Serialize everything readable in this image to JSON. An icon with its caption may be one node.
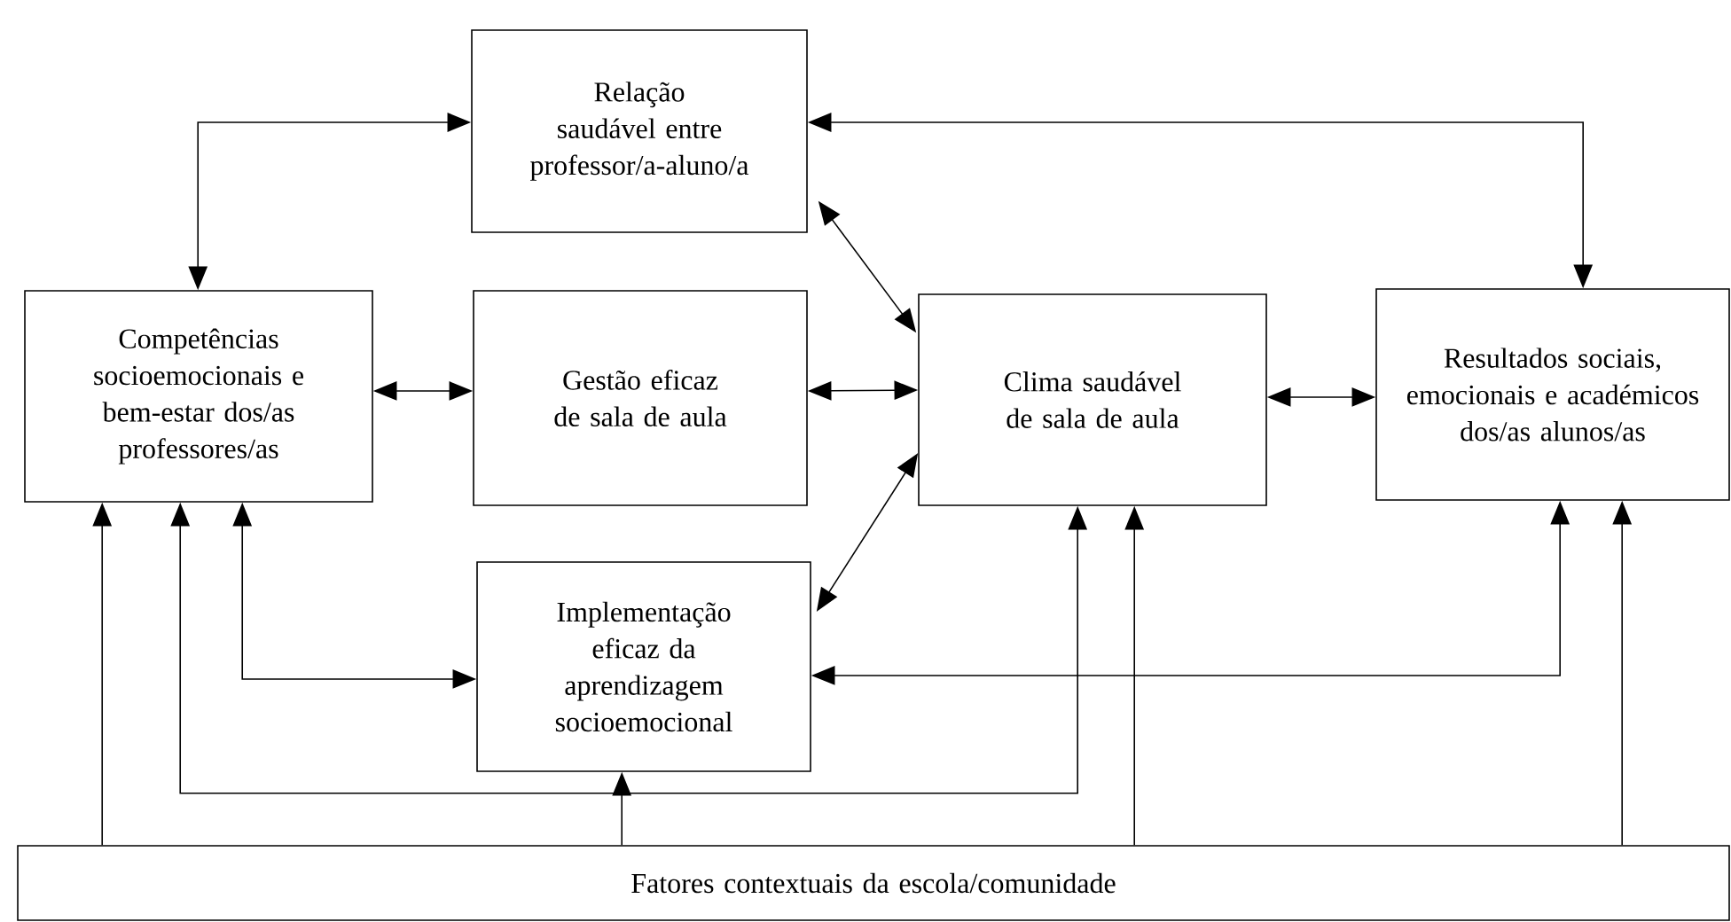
{
  "diagram": {
    "nodes": [
      {
        "text": [
          "Relação saudável entre professor/a-aluno/a"
        ]
      },
      {
        "text": [
          "Competências socioemocionais e bem-estar dos/as professores/as"
        ]
      },
      {
        "text": [
          "Gestão eficaz de sala de aula"
        ]
      },
      {
        "text": [
          "Clima saudável de sala de aula"
        ]
      },
      {
        "text": [
          "Resultados sociais, emocionais e académicos dos/as alunos/as"
        ]
      },
      {
        "text": [
          "Implementação eficaz da aprendizagem socioemocional"
        ]
      },
      {
        "text": [
          "Fatores contextuais da escola/comunidade"
        ]
      }
    ],
    "edges": [
      {
        "from": 0,
        "to": 1,
        "arrow": "both"
      },
      {
        "from": 0,
        "to": 4,
        "arrow": "both"
      },
      {
        "from": 0,
        "to": 3,
        "arrow": "both"
      },
      {
        "from": 1,
        "to": 2,
        "arrow": "both"
      },
      {
        "from": 2,
        "to": 3,
        "arrow": "both"
      },
      {
        "from": 3,
        "to": 4,
        "arrow": "both"
      },
      {
        "from": 3,
        "to": 5,
        "arrow": "both"
      },
      {
        "from": 1,
        "to": 5,
        "arrow": "both"
      },
      {
        "from": 4,
        "to": 5,
        "arrow": "both"
      },
      {
        "from": 6,
        "to": 1,
        "arrow": "to"
      },
      {
        "from": 1,
        "to": 3,
        "arrow": "both"
      },
      {
        "from": 6,
        "to": 5,
        "arrow": "to"
      },
      {
        "from": 6,
        "to": 3,
        "arrow": "to"
      },
      {
        "from": 6,
        "to": 4,
        "arrow": "to"
      }
    ]
  }
}
